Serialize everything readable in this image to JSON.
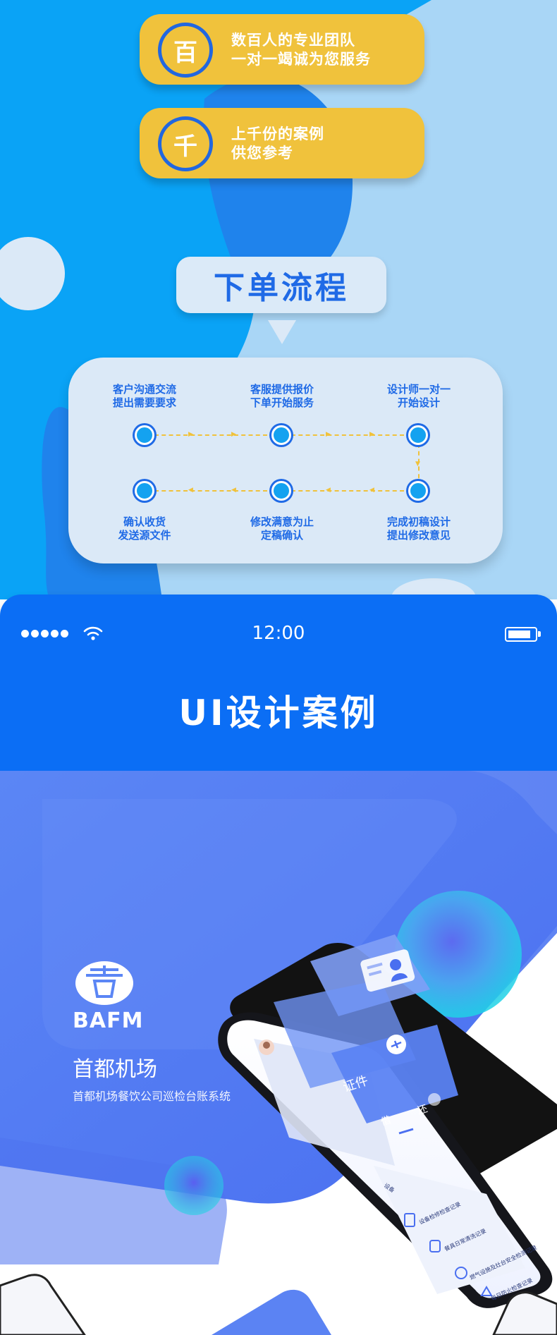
{
  "features": [
    {
      "badge": "百",
      "line1": "数百人的专业团队",
      "line2": "一对一竭诚为您服务"
    },
    {
      "badge": "千",
      "line1": "上千份的案例",
      "line2": "供您参考"
    }
  ],
  "process": {
    "title": "下单流程",
    "steps": [
      {
        "line1": "客户沟通交流",
        "line2": "提出需要要求"
      },
      {
        "line1": "客服提供报价",
        "line2": "下单开始服务"
      },
      {
        "line1": "设计师一对一",
        "line2": "开始设计"
      },
      {
        "line1": "完成初稿设计",
        "line2": "提出修改意见"
      },
      {
        "line1": "修改满意为止",
        "line2": "定稿确认"
      },
      {
        "line1": "确认收货",
        "line2": "发送源文件"
      }
    ]
  },
  "phone_bar": {
    "time": "12:00",
    "signal_icon": "signal-dots-icon",
    "wifi_icon": "wifi-icon",
    "battery_icon": "battery-icon",
    "battery_level": 0.85
  },
  "banner": {
    "title": "UI设计案例"
  },
  "case_study": {
    "logo_icon": "airport-logo-icon",
    "brand_code": "BAFM",
    "name": "首都机场",
    "description": "首都机场餐饮公司巡检台账系统",
    "mockup": {
      "card_title": "证件",
      "borrow_label": "借",
      "return_label": "还",
      "section_label": "设备",
      "list_items": [
        "设备检修检查记录",
        "餐具日常清洗记录",
        "燃气设施及灶台安全检测记录",
        "每日防火检查记录"
      ]
    }
  },
  "colors": {
    "accent_blue": "#0b6ef5",
    "title_blue": "#1f6ae6",
    "gold": "#f0c23c",
    "sky": "#a9d6f6",
    "light_card": "#dbe9f7"
  }
}
